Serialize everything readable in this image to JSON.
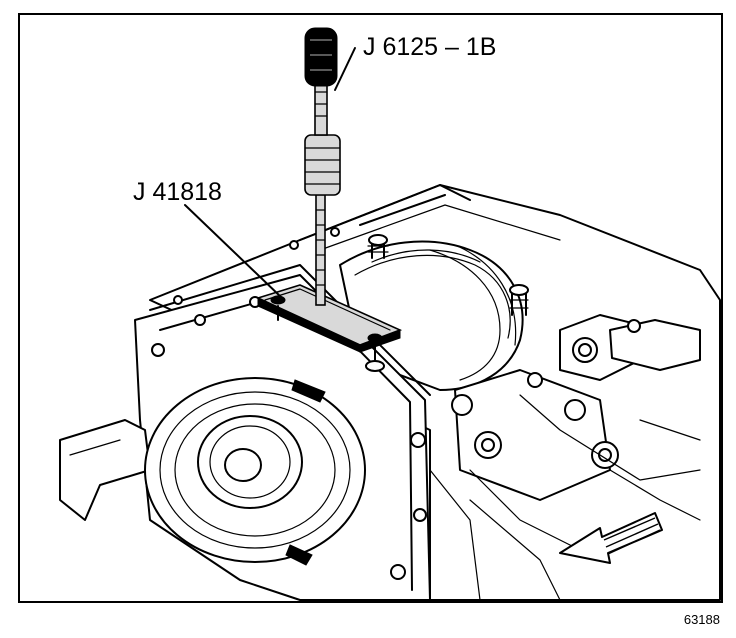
{
  "callouts": {
    "tool_top": "J 6125 – 1B",
    "tool_plate": "J 41818"
  },
  "figure_number": "63188"
}
